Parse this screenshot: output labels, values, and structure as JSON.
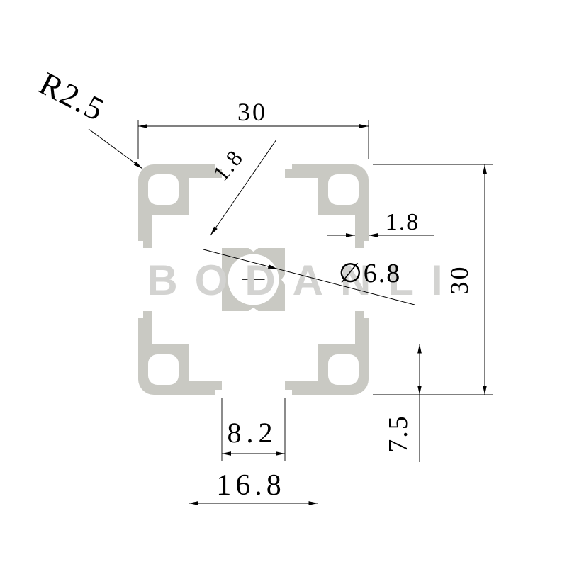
{
  "page": {
    "background": "#ffffff"
  },
  "watermark": {
    "text": "BODANLI",
    "color": "#d3d3d1"
  },
  "profile": {
    "fill": "#c9c9c3",
    "hole_fill": "#ffffff"
  },
  "dimensions": {
    "top_width": "30",
    "right_height": "30",
    "corner_radius": "R2.5",
    "web_thickness": "1.8",
    "lip_thickness": "1.8",
    "center_hole_diameter": "∅6.8",
    "slot_opening": "8.2",
    "slot_inner_width": "16.8",
    "bottom_edge_to_slot": "7.5"
  }
}
